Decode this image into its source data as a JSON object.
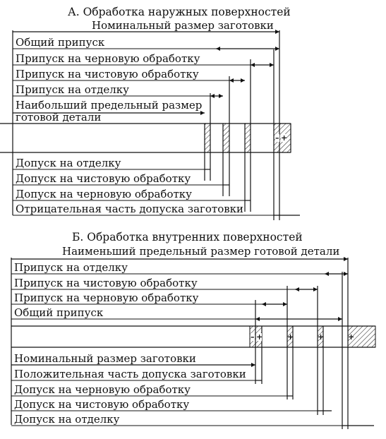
{
  "section_a": {
    "title": "А. Обработка наружных поверхностей",
    "top_label": "Номинальный размер заготовки",
    "labels": {
      "total": "Общий припуск",
      "rough": "Припуск на черновую обработку",
      "finish": "Припуск на чистовую обработку",
      "polish": "Припуск на отделку",
      "max_size_1": "Наибольший предельный размер",
      "max_size_2": "готовой детали",
      "tol_polish": "Допуск на отделку",
      "tol_finish": "Допуск на чистовую обработку",
      "tol_rough": "Допуск на черновую обработку",
      "tol_blank_neg": "Отрицательная часть допуска заготовки"
    },
    "signs": {
      "minus": "–",
      "plus": "+"
    }
  },
  "section_b": {
    "title": "Б. Обработка внутренних поверхностей",
    "top_label": "Наименьший предельный размер готовой детали",
    "labels": {
      "polish": "Припуск на отделку",
      "finish": "Припуск на чистовую обработку",
      "rough": "Припуск на черновую обработку",
      "total": "Общий припуск",
      "nominal_blank": "Номинальный размер заготовки",
      "tol_blank_pos": "Положительная часть допуска заготовки",
      "tol_rough": "Допуск на черновую обработку",
      "tol_finish": "Допуск на чистовую обработку",
      "tol_polish": "Допуск на отделку"
    },
    "signs": {
      "minus": "–",
      "plus": "+"
    }
  }
}
